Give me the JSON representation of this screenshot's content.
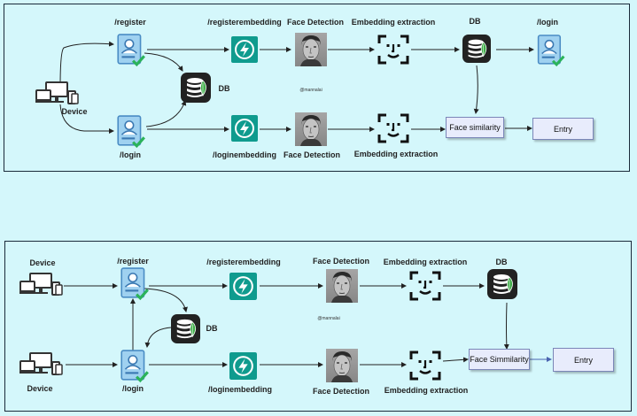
{
  "diagram_1": {
    "device": "Device",
    "register": "/register",
    "register_embedding": "/registerembedding",
    "face_detection_top": "Face Detection",
    "embedding_extraction_top": "Embedding extraction",
    "db_top": "DB",
    "login_right": "/login",
    "db_mid": "DB",
    "credit": "@mannalai",
    "login": "/login",
    "login_embedding": "/loginembedding",
    "face_detection_bottom": "Face Detection",
    "embedding_extraction_bottom": "Embedding extraction",
    "face_similarity": "Face similarity",
    "entry": "Entry"
  },
  "diagram_2": {
    "device_top": "Device",
    "register": "/register",
    "register_embedding": "/registerembedding",
    "face_detection_top": "Face Detection",
    "embedding_extraction_top": "Embedding extraction",
    "db_top": "DB",
    "db_mid": "DB",
    "credit": "@mannalai",
    "device_bottom": "Device",
    "login": "/login",
    "login_embedding": "/loginembedding",
    "face_detection_bottom": "Face Detection",
    "embedding_extraction_bottom": "Embedding extraction",
    "face_similarity": "Face Simmilarity",
    "entry": "Entry"
  },
  "colors": {
    "background": "#d4f7fb",
    "fastapi_teal": "#0f9b8e",
    "db_dark": "#222222",
    "db_green": "#3fae49",
    "user_card_blue": "#8ec8ec",
    "check_green": "#2bb35a",
    "box_fill": "#e8ecfc"
  },
  "icons": [
    "device-icon",
    "user-card-icon",
    "fastapi-icon",
    "face-photo-icon",
    "face-scan-icon",
    "database-icon"
  ]
}
